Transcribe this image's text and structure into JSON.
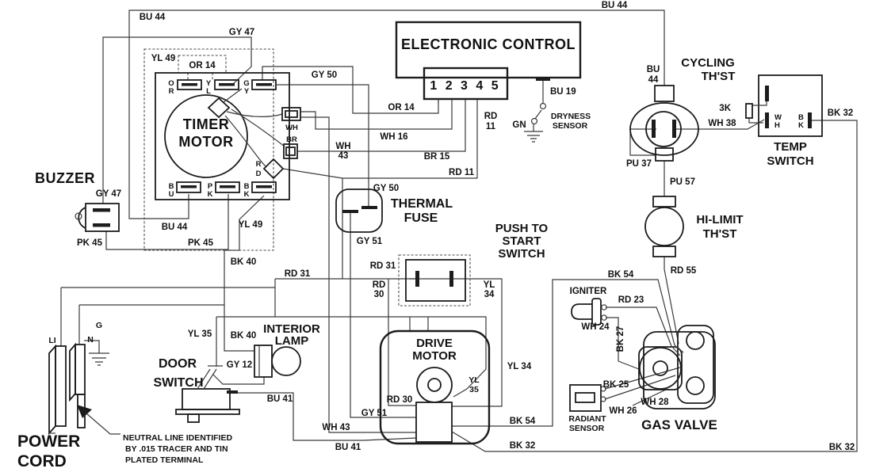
{
  "colors": {
    "ink": "#1c1c1c",
    "wire": "#3a3a3a",
    "background": "#ffffff"
  },
  "labels": {
    "electronic_control": "ELECTRONIC CONTROL",
    "pins": "1 2 3 4 5",
    "bu19": "BU 19",
    "gn": "GN",
    "dryness_sensor": [
      "DRYNESS",
      "SENSOR"
    ],
    "bu44_top_left": "BU 44",
    "bu44_top_right": "BU 44",
    "bu44_cycling": [
      "BU",
      "44"
    ],
    "cycling_thst": [
      "CYCLING",
      "TH'ST"
    ],
    "three_k": "3K",
    "wh38": "WH 38",
    "temp_switch": [
      "TEMP",
      "SWITCH"
    ],
    "temp_wh": [
      "W",
      "H"
    ],
    "temp_bk": [
      "B",
      "K"
    ],
    "bk32_temp": "BK 32",
    "bk32_bottom": "BK 32",
    "bk32_corner": "BK 32",
    "pu37": "PU 37",
    "pu57": "PU 57",
    "hi_limit_thst": [
      "HI-LIMIT",
      "TH'ST"
    ],
    "rd55": "RD 55",
    "bk54_top": "BK 54",
    "bk54_motor": "BK 54",
    "igniter": "IGNITER",
    "rd23": "RD 23",
    "wh24": "WH 24",
    "bk27": "BK 27",
    "bk25": "BK 25",
    "wh26": "WH 26",
    "wh28": "WH 28",
    "radiant_sensor": [
      "RADIANT",
      "SENSOR"
    ],
    "gas_valve": "GAS VALVE",
    "gy47_top": "GY 47",
    "gy47_buzzer": "GY 47",
    "yl49_box": "YL 49",
    "yl49_wire": "YL 49",
    "or14_box": "OR 14",
    "or14_ec": "OR 14",
    "gy50_top": "GY 50",
    "gy50_fuse": "GY 50",
    "gy51_fuse": "GY 51",
    "gy51_motor": "GY 51",
    "wh16": "WH 16",
    "br15": "BR 15",
    "rd11": "RD 11",
    "rd11_v": [
      "RD",
      "11"
    ],
    "wh43": [
      "WH",
      "43"
    ],
    "wh43_bottom": "WH 43",
    "timer_motor": [
      "TIMER",
      "MOTOR"
    ],
    "term_or": [
      "O",
      "R"
    ],
    "term_yl": [
      "Y",
      "L"
    ],
    "term_gy": [
      "G",
      "Y"
    ],
    "term_bu": [
      "B",
      "U"
    ],
    "term_pk": [
      "P",
      "K"
    ],
    "term_bk": [
      "B",
      "K"
    ],
    "term_wh": "WH",
    "term_br": "BR",
    "term_rd": [
      "R",
      "D"
    ],
    "buzzer": "BUZZER",
    "pk45_left": "PK 45",
    "pk45_right": "PK 45",
    "bu44_timer": "BU 44",
    "bk40_upper": "BK 40",
    "bk40_lamp": "BK 40",
    "rd31_left": "RD 31",
    "rd31_switch": "RD 31",
    "rd30_switch": [
      "RD",
      "30"
    ],
    "rd30_motor": "RD 30",
    "yl34_switch": [
      "YL",
      "34"
    ],
    "yl34_motor": "YL 34",
    "yl35_door": "YL 35",
    "yl35_motor": [
      "YL",
      "35"
    ],
    "thermal_fuse": [
      "THERMAL",
      "FUSE"
    ],
    "push_to_start": [
      "PUSH TO",
      "START",
      "SWITCH"
    ],
    "drive_motor": [
      "DRIVE",
      "MOTOR"
    ],
    "interior_lamp": [
      "INTERIOR",
      "LAMP"
    ],
    "gy12": "GY 12",
    "door_switch": [
      "DOOR",
      "SWITCH"
    ],
    "bu41_door": "BU 41",
    "bu41_motor": "BU 41",
    "li": "LI",
    "n": "N",
    "g": "G",
    "power_cord": [
      "POWER",
      "CORD"
    ],
    "note": [
      "NEUTRAL LINE IDENTIFIED",
      "BY .015 TRACER AND TIN",
      "PLATED TERMINAL"
    ]
  }
}
